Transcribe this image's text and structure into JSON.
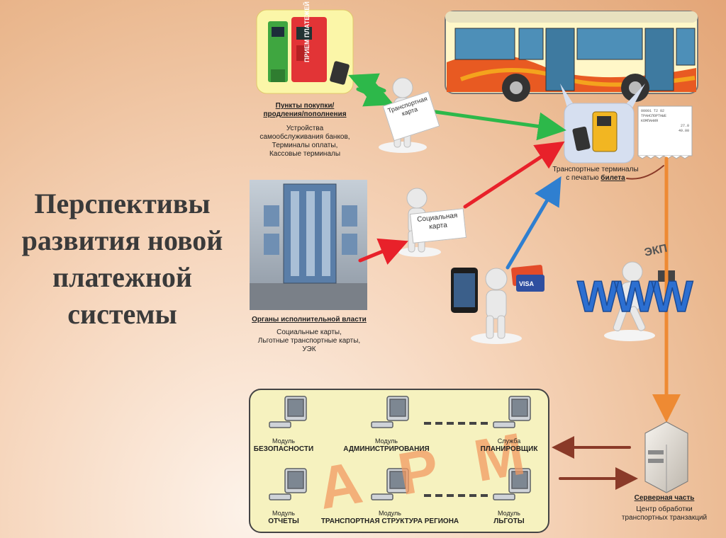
{
  "title": {
    "lines": [
      "Перспективы",
      "развития новой",
      "платежной",
      "системы"
    ]
  },
  "purchase_points": {
    "heading_line1": "Пункты покупки/",
    "heading_line2": "продления/пополнения",
    "desc_lines": [
      "Устройства",
      "самообслуживания банков,",
      "Терминалы оплаты,",
      "Кассовые терминалы"
    ],
    "kiosk_text": "ПРИЕМ ПЛАТЕЖЕЙ"
  },
  "transport_card_sign": "Транспортная карта",
  "social_card_sign": "Социальная карта",
  "terminals": {
    "line1": "Транспортные терминалы",
    "line2_prefix": "с печатью ",
    "line2_link": "билета"
  },
  "ticket_lines": [
    "00001 T2 02",
    "ТРАНСПОРТНЫЕ",
    "КОМПАНИЯ",
    "27.0",
    "49.00"
  ],
  "authorities": {
    "heading": "Органы исполнительной власти",
    "desc_lines": [
      "Социальные карты,",
      "Льготные транспортные карты,",
      "УЭК"
    ]
  },
  "www_text": "WWW",
  "ekp_text": "ЭКП",
  "visa_text": "VISA",
  "arm_text": "АРМ",
  "modules": [
    {
      "small": "Модуль",
      "big": "БЕЗОПАСНОСТИ"
    },
    {
      "small": "Модуль",
      "big": "АДМИНИСТРИРОВАНИЯ"
    },
    {
      "small": "Служба",
      "big": "ПЛАНИРОВЩИК"
    },
    {
      "small": "Модуль",
      "big": "ОТЧЕТЫ"
    },
    {
      "small": "Модуль",
      "big": "ТРАНСПОРТНАЯ СТРУКТУРА РЕГИОНА"
    },
    {
      "small": "Модуль",
      "big": "ЛЬГОТЫ"
    }
  ],
  "server": {
    "heading": "Серверная часть",
    "line1": "Центр обработки",
    "line2": "транспортных транзакций"
  },
  "colors": {
    "green": "#2db84a",
    "red": "#e8212a",
    "blue": "#2f7fd0",
    "orange": "#ee8a33",
    "dark_red": "#8a3a28"
  }
}
